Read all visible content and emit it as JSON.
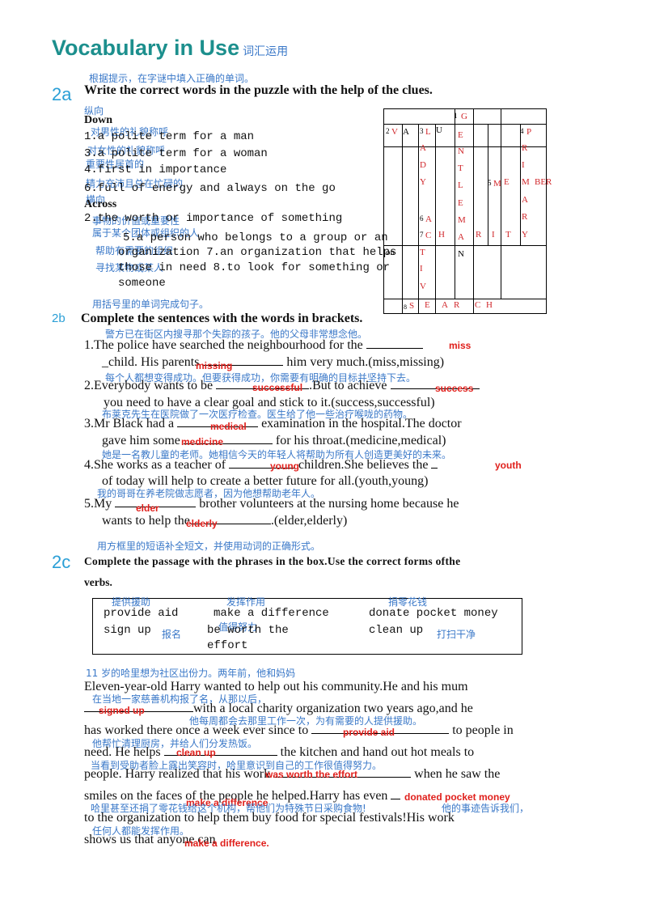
{
  "title": {
    "main": "Vocabulary in Use",
    "cn": "词汇运用"
  },
  "s2a": {
    "num": "2a",
    "cn": "根据提示，在字谜中填入正确的单词。",
    "instruction": "Write the correct words in the puzzle with the help of the clues.",
    "down_cn": "纵向",
    "down": "Down",
    "clues_down": [
      {
        "cn": "对男性的礼貌称呼",
        "en": "1.a polite term for a man"
      },
      {
        "cn": "对女性的礼貌称呼",
        "en": "3.a polite term for a woman"
      },
      {
        "cn": "重要性居首的",
        "en": "4.first in importance"
      },
      {
        "cn": "精力充沛且总在忙碌的",
        "en": "6.full of energy and always on the go"
      }
    ],
    "across_cn": "横向",
    "across": "Across",
    "clues_across": [
      {
        "cn": "事物的价值或重要性",
        "en": "2.the worth or importance of something"
      },
      {
        "cn": "属于某个团体或组织的人",
        "en": "5.a person who belongs to a group or an"
      },
      {
        "cn": "帮助有需要的组织",
        "en": "organization 7.an organization that helps"
      },
      {
        "cn": "寻找某物或某人",
        "en": "those in need 8.to look for something or"
      },
      {
        "cn": "",
        "en": "someone"
      }
    ],
    "puzzle_letters": {
      "c1": "1",
      "g": "G",
      "c2": "2",
      "v": "V",
      "a": "A",
      "c3": "3",
      "l": "L",
      "u": "U",
      "c4": "4",
      "p": "P",
      "e1": "E",
      "a1": "A",
      "n1": "N",
      "r1": "R",
      "d1": "D",
      "t1": "T",
      "i1": "I",
      "y1": "Y",
      "l2": "L",
      "c5": "5",
      "m1": "M",
      "e2": "E",
      "m2": "M",
      "ber": "BER",
      "e3": "E",
      "a2": "A",
      "c6": "6",
      "a3": "A",
      "m3": "M",
      "r2": "R",
      "c7": "7",
      "c": "C",
      "h": "H",
      "a4": "A",
      "r3": "R",
      "i2": "I",
      "t2": "T",
      "y2": "Y",
      "on": "on",
      "t3": "T",
      "n2": "N",
      "i3": "I",
      "v2": "V",
      "c8": "8",
      "s": "S",
      "e4": "E",
      "a5": "A",
      "r4": "R",
      "c9": "C",
      "h2": "H"
    }
  },
  "s2b": {
    "num": "2b",
    "cn": "用括号里的单词完成句子。",
    "instruction": "Complete the sentences with the words in brackets.",
    "items": [
      {
        "cn": "警方已在街区内搜寻那个失踪的孩子。他的父母非常想念他。",
        "l1": "1.The police have searched the neighbourhood for the",
        "a1": "miss",
        "l2a": "_child. His parents",
        "a2": "missing",
        "l2b": "him very much.(miss,missing)"
      },
      {
        "cn": "每个人都想变得成功。但要获得成功，你需要有明确的目标并坚持下去。",
        "l1a": "2.Everybody wants to be",
        "a1": "successful",
        "l1b": ".But to achieve",
        "a2": "success",
        "l2": "you need to have a clear goal and stick to it.(success,successful)"
      },
      {
        "cn": "布莱克先生在医院做了一次医疗检查。医生给了他一些治疗喉咙的药物。",
        "l1a": "3.Mr Black had a",
        "a1": "medical",
        "l1b": "examination in the hospital.The doctor",
        "l2a": "gave him some",
        "a2": "medicine",
        "l2b": "for his throat.(medicine,medical)"
      },
      {
        "cn": "她是一名教儿童的老师。她相信今天的年轻人将帮助为所有人创造更美好的未来。",
        "l1a": "4.She works as a teacher of",
        "a1": "young",
        "l1b": "children.She believes the",
        "a2": "youth",
        "l2": "of today will help to create a better future for all.(youth,young)"
      },
      {
        "cn": "我的哥哥在养老院做志愿者，因为他想帮助老年人。",
        "l1a": "5.My",
        "a1": "elder",
        "l1b": "brother volunteers at the nursing home because he",
        "l2a": "wants to help the",
        "a2": "elderly",
        "l2b": ".(elder,elderly)"
      }
    ]
  },
  "s2c": {
    "num": "2c",
    "cn": "用方框里的短语补全短文，并使用动词的正确形式。",
    "instruction1": "Complete the passage with the phrases in the box.Use the correct forms ofthe",
    "instruction2": "verbs.",
    "box": {
      "p1_cn": "提供援助",
      "p1": "provide aid",
      "p2_cn": "发挥作用",
      "p2": "make a difference",
      "p3_cn": "捐零花钱",
      "p3": "donate pocket money",
      "p4": "sign up",
      "p4_cn": "报名",
      "p5": "be worth the",
      "p5b": "effort",
      "p5_cn": "值得努力",
      "p6": "clean up",
      "p6_cn": "打扫干净"
    },
    "passage": {
      "cn1": "11 岁的哈里想为社区出份力。两年前，他和妈妈",
      "l1": "Eleven-year-old Harry wanted to help out his community.He and his mum",
      "cn2": "在当地一家慈善机构报了名，从那以后，",
      "a1": "signed up",
      "l2": "with a local charity organization two years ago,and he",
      "cn3": "他每周都会去那里工作一次，为有需要的人提供援助。",
      "l3a": "has worked there once a week ever since to",
      "a2": "provide aid",
      "l3b": "to people in",
      "cn4": "他帮忙清理厨房，并给人们分发热饭。",
      "l4a": "need. He helps",
      "a3": "clean up",
      "l4b": "the kitchen and hand out hot meals to",
      "cn5": "当看到受助者脸上露出笑容时，哈里意识到自己的工作很值得努力。",
      "l5a": "people. Harry realized that his work",
      "a4": "was worth the effort",
      "l5b": "when he saw the",
      "l6a": "smiles on the faces of the people he helped.Harry has even",
      "a5": "make a difference",
      "a6": "donated pocket money",
      "cn6a": "哈里甚至还捐了零花钱给这个机构，帮他们为特殊节日采购食物!",
      "cn6b": "他的事迹告诉我们，",
      "l7": "to the organization to help them buy food for special festivals!His work",
      "cn7": "任何人都能发挥作用。",
      "l8": "shows us that anyone can",
      "a7": "make a difference."
    }
  }
}
